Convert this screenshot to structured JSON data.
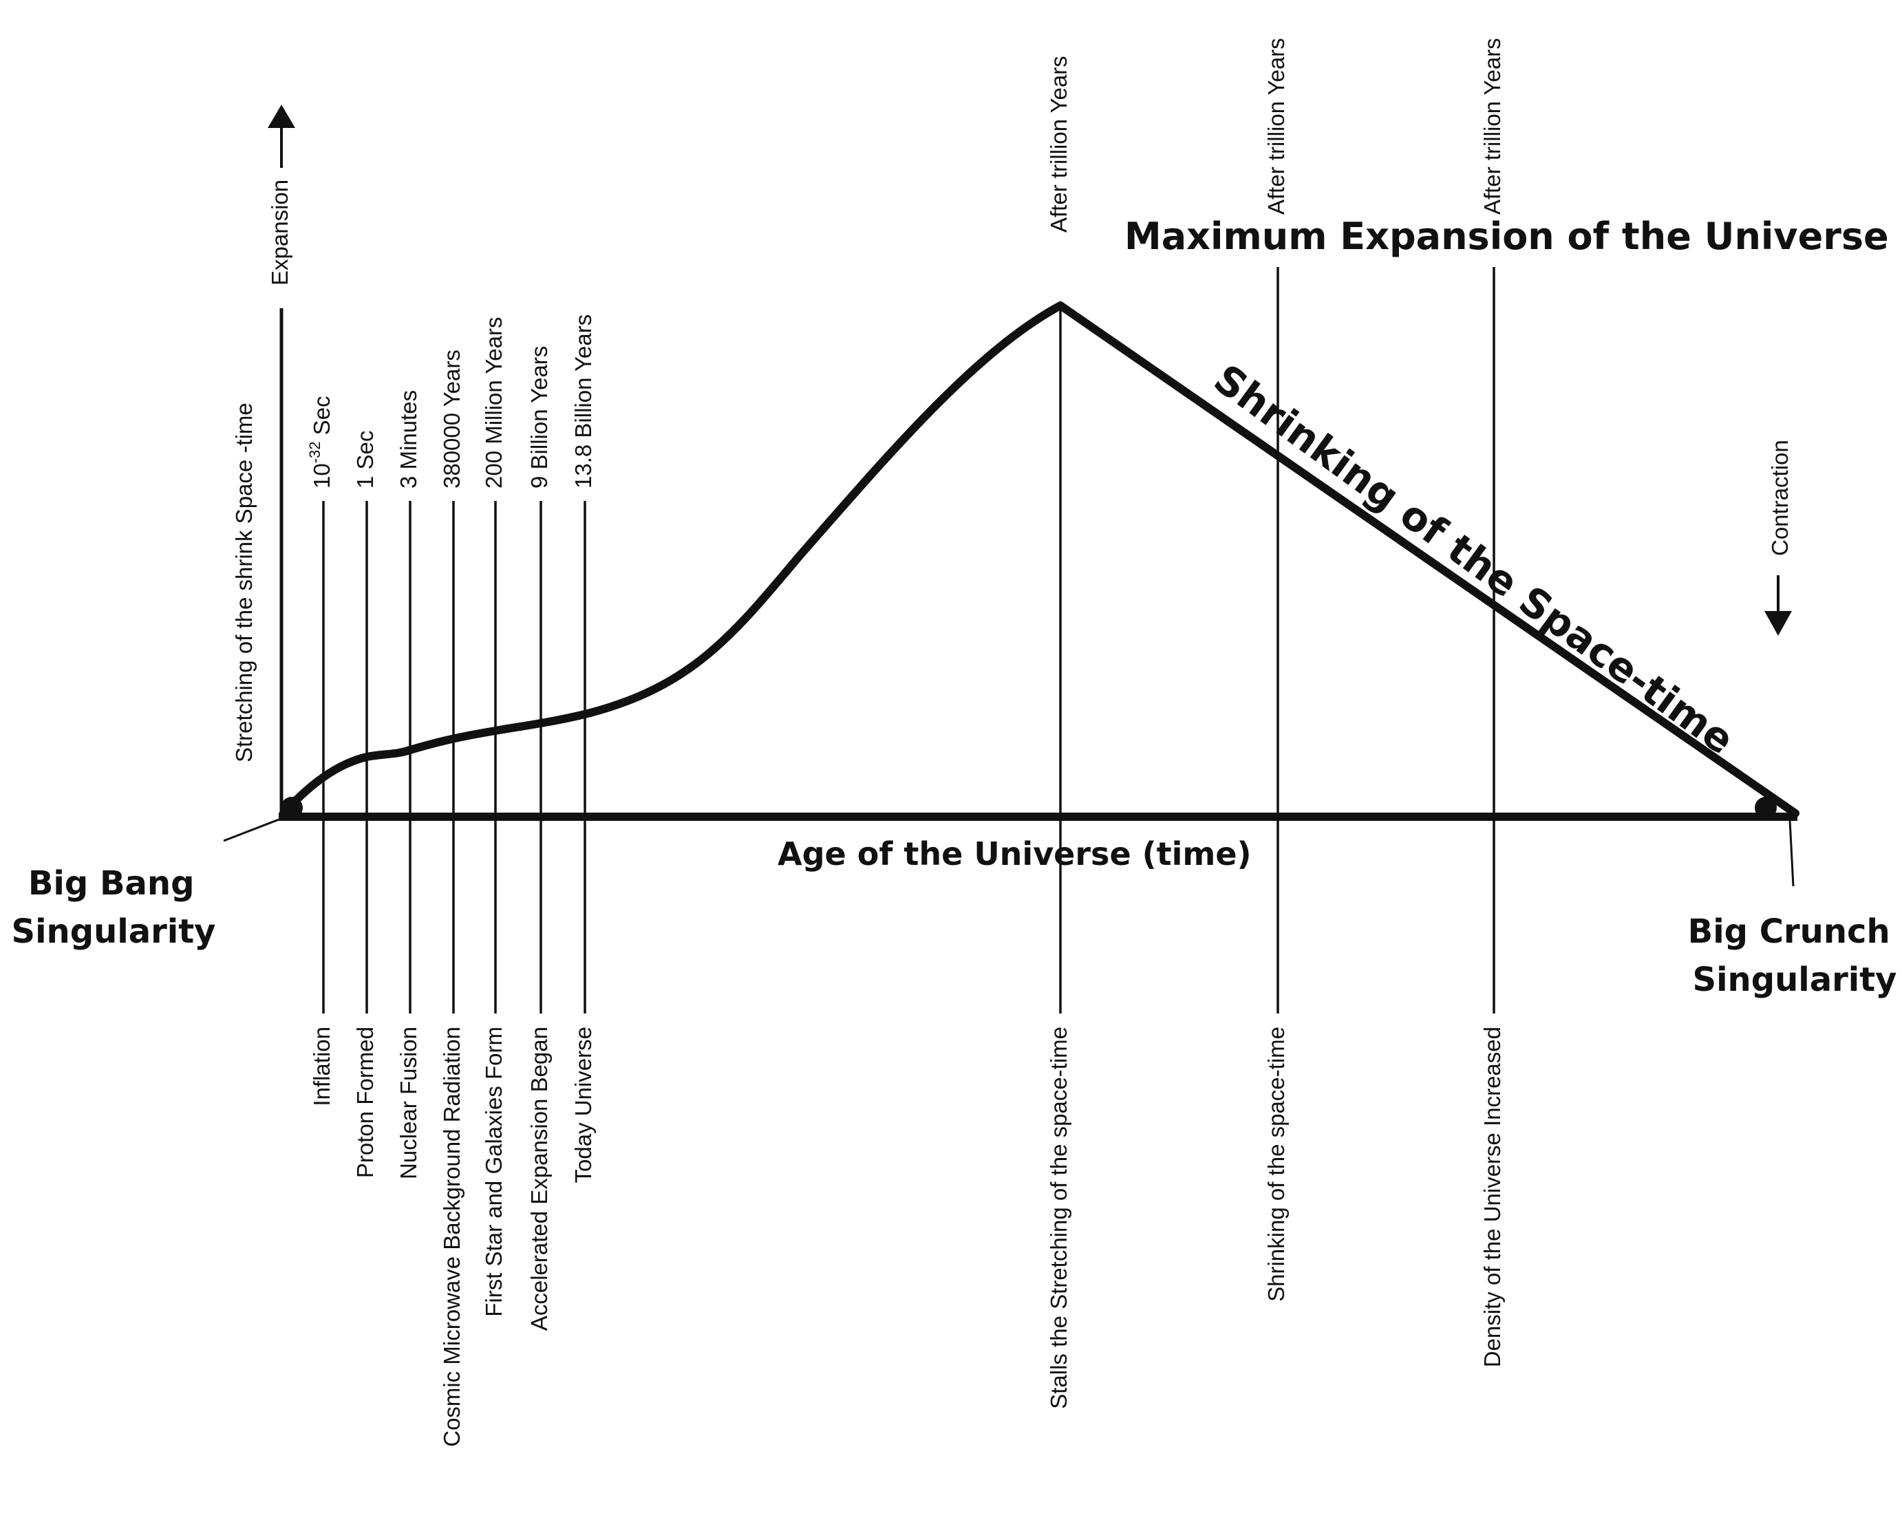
{
  "title": "Maximum Expansion of the Universe",
  "x_axis_label": "Age of the Universe (time)",
  "y_axis_label": "Stretching of the shrink Space -time",
  "expansion_label": "Expansion",
  "contraction_label": "Contraction",
  "shrinking_curve_label": "Shrinking of the Space-time",
  "big_bang": {
    "line1": "Big Bang",
    "line2": "Singularity"
  },
  "big_crunch": {
    "line1": "Big Crunch",
    "line2": "Singularity"
  },
  "early_epochs": [
    {
      "time_label": "10",
      "time_sup": "-32",
      "time_suffix": " Sec",
      "event": "Inflation"
    },
    {
      "time_label": "1 Sec",
      "event": "Proton Formed"
    },
    {
      "time_label": "3 Minutes",
      "event": "Nuclear Fusion"
    },
    {
      "time_label": "380000 Years",
      "event": "Cosmic Microwave Background Radiation"
    },
    {
      "time_label": "200 Million Years",
      "event": "First Star and Galaxies Form"
    },
    {
      "time_label": "9 Billion Years",
      "event": "Accelerated Expansion Began"
    },
    {
      "time_label": "13.8 Billion Years",
      "event": "Today Universe"
    }
  ],
  "late_epochs": [
    {
      "time_label": "After trillion Years",
      "event": "Stalls the Stretching of the space-time"
    },
    {
      "time_label": "After trillion Years",
      "event": "Shrinking of the space-time"
    },
    {
      "time_label": "After trillion Years",
      "event": "Density of the Universe Increased"
    }
  ],
  "colors": {
    "ink": "#111111",
    "background": "#ffffff"
  }
}
